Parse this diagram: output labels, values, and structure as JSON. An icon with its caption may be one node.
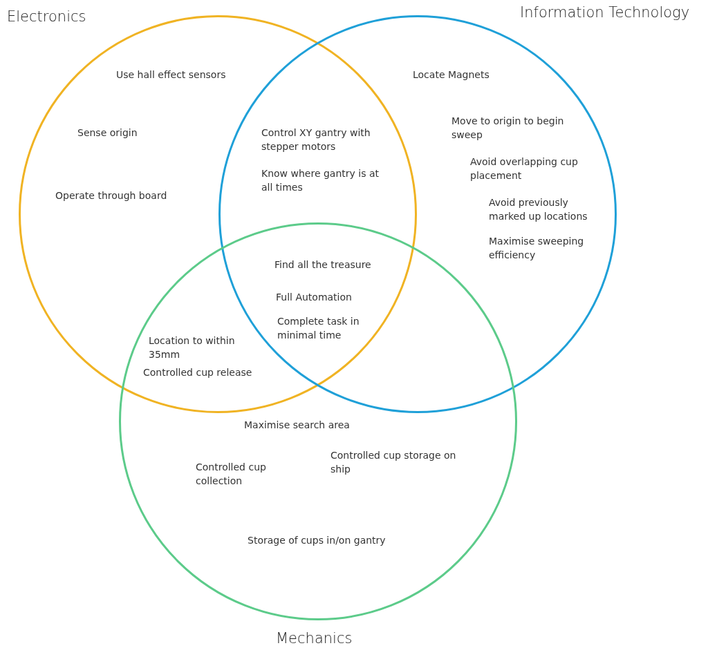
{
  "diagram": {
    "nodes": [
      {
        "text": [
          "Electronics"
        ]
      },
      {
        "text": [
          "Information Technology"
        ]
      },
      {
        "text": [
          "Mechanics"
        ]
      }
    ],
    "edges": [],
    "labels": [
      "Use hall effect sensors",
      "Locate Magnets",
      "Move to origin to begin sweep",
      "Sense origin",
      "Control XY gantry with stepper motors",
      "Avoid overlapping cup placement",
      "Know where gantry is at all times",
      "Operate through board",
      "Avoid previously marked up locations",
      "Maximise sweeping efficiency",
      "Find all the treasure",
      "Full Automation",
      "Complete task in minimal time",
      "Location to within 35mm",
      "Controlled cup release",
      "Maximise search area",
      "Controlled cup storage on ship",
      "Controlled cup collection",
      "Storage of cups in/on gantry"
    ]
  }
}
